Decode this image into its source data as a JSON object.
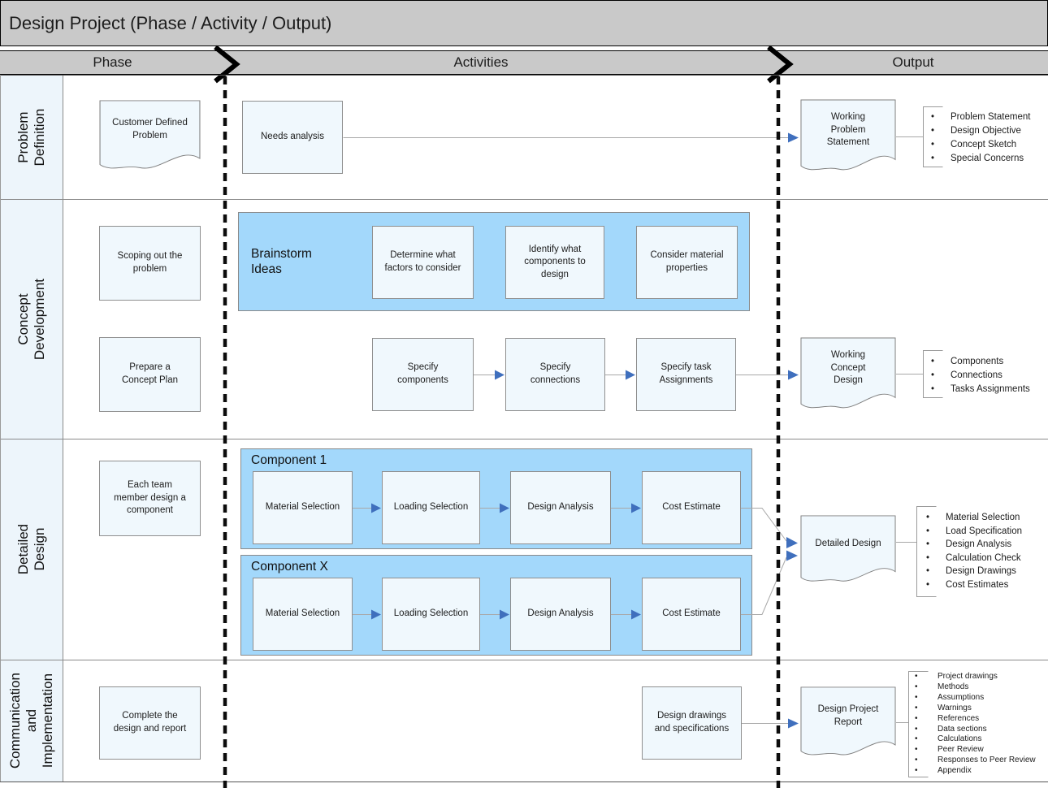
{
  "title": "Design Project (Phase / Activity / Output)",
  "header": {
    "phase": "Phase",
    "activities": "Activities",
    "output": "Output"
  },
  "phases": [
    {
      "label": "Problem\nDefinition"
    },
    {
      "label": "Concept\nDevelopment"
    },
    {
      "label": "Detailed\nDesign"
    },
    {
      "label": "Communication\nand\nImplementation"
    }
  ],
  "boxes": {
    "customer_problem": "Customer Defined\nProblem",
    "needs_analysis": "Needs analysis",
    "scoping": "Scoping out the\nproblem",
    "prepare_plan": "Prepare a\nConcept Plan",
    "brainstorm": "Brainstorm\nIdeas",
    "factors": "Determine what\nfactors to consider",
    "identify": "Identify what\ncomponents to\ndesign",
    "material_props": "Consider material\nproperties",
    "spec_components": "Specify\ncomponents",
    "spec_connections": "Specify\nconnections",
    "spec_tasks": "Specify task\nAssignments",
    "each_team": "Each team\nmember design a\ncomponent",
    "component1": "Component 1",
    "componentX": "Component X",
    "material_selection": "Material Selection",
    "loading_selection": "Loading Selection",
    "design_analysis": "Design Analysis",
    "cost_estimate": "Cost Estimate",
    "complete_design": "Complete the\ndesign and report",
    "design_drawings": "Design drawings\nand specifications"
  },
  "docs": {
    "working_problem": "Working\nProblem\nStatement",
    "working_concept": "Working\nConcept\nDesign",
    "detailed_design": "Detailed Design",
    "project_report": "Design Project\nReport"
  },
  "outputs": {
    "problem_items": [
      "Problem Statement",
      "Design Objective",
      "Concept Sketch",
      "Special Concerns"
    ],
    "concept_items": [
      "Components",
      "Connections",
      "Tasks Assignments"
    ],
    "detailed_items": [
      "Material Selection",
      "Load Specification",
      "Design Analysis",
      "Calculation Check",
      "Design Drawings",
      "Cost Estimates"
    ],
    "report_items": [
      "Project drawings",
      "Methods",
      "Assumptions",
      "Warnings",
      "References",
      "Data sections",
      "Calculations",
      "Peer Review",
      "Responses to Peer Review",
      "Appendix"
    ]
  },
  "bullet_char": "•",
  "colors": {
    "bar_gray": "#c9c9c9",
    "container_blue": "#a3d8fb",
    "box_fill": "#f0f8fd",
    "phase_fill": "#edf5fb",
    "arrow_blue": "#3f6fbd",
    "line_gray": "#a8a8a8"
  }
}
